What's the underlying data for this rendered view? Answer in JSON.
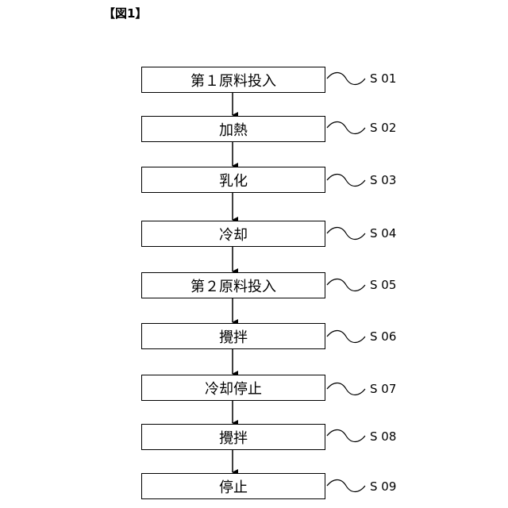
{
  "figure_title": "【図1】",
  "steps": [
    {
      "text": "第１原料投入",
      "label": "S 01"
    },
    {
      "text": "加熱",
      "label": "S 02"
    },
    {
      "text": "乳化",
      "label": "S 03"
    },
    {
      "text": "冷却",
      "label": "S 04"
    },
    {
      "text": "第２原料投入",
      "label": "S 05"
    },
    {
      "text": "攪拌",
      "label": "S 06"
    },
    {
      "text": "冷却停止",
      "label": "S 07"
    },
    {
      "text": "攪拌",
      "label": "S 08"
    },
    {
      "text": "停止",
      "label": "S 09"
    }
  ]
}
